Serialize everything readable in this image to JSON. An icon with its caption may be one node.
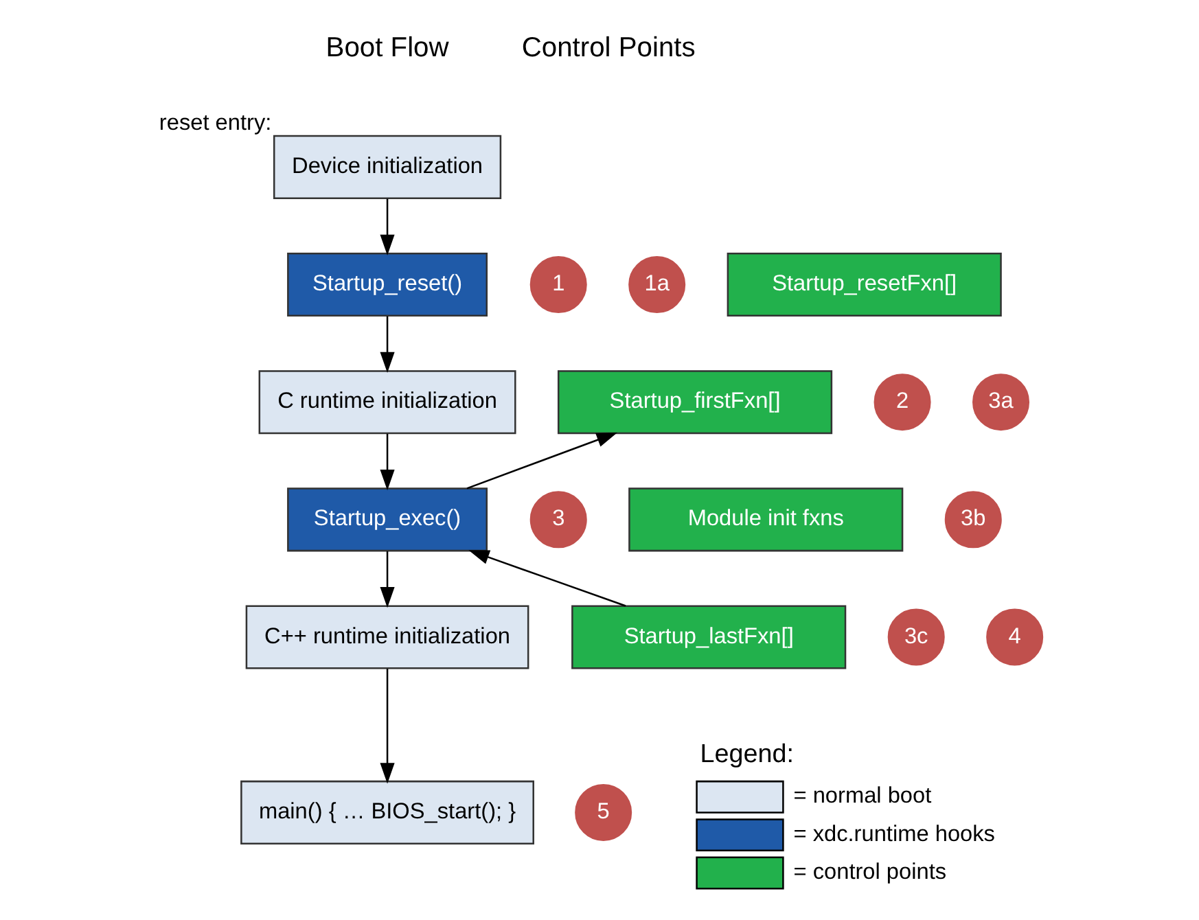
{
  "diagram": {
    "nodes": [
      {
        "text": [
          "Device initialization"
        ],
        "beside": [
          "reset entry:"
        ]
      },
      {
        "text": [
          "1"
        ]
      },
      {
        "text": [
          "Startup_reset()"
        ]
      },
      {
        "text": [
          "1a"
        ]
      },
      {
        "text": [
          "Startup_resetFxn[]"
        ]
      },
      {
        "text": [
          "2"
        ]
      },
      {
        "text": [
          "C runtime initialization"
        ]
      },
      {
        "text": [
          "Startup_firstFxn[]"
        ]
      },
      {
        "text": [
          "3a"
        ]
      },
      {
        "text": [
          "3"
        ]
      },
      {
        "text": [
          "Startup_exec()"
        ]
      },
      {
        "text": [
          "Module init fxns"
        ]
      },
      {
        "text": [
          "3b"
        ]
      },
      {
        "text": [
          "Startup_lastFxn[]"
        ]
      },
      {
        "text": [
          "3c"
        ]
      },
      {
        "text": [
          "4"
        ]
      },
      {
        "text": [
          "C++ runtime initialization"
        ]
      },
      {
        "text": [
          "main() { … BIOS_start(); }"
        ]
      },
      {
        "text": [
          "5"
        ]
      }
    ],
    "edges": [
      {
        "from": 0,
        "to": 2,
        "arrow": "to"
      },
      {
        "from": 2,
        "to": 6,
        "arrow": "to"
      },
      {
        "from": 6,
        "to": 10,
        "arrow": "to"
      },
      {
        "from": 10,
        "to": 16,
        "arrow": "to"
      },
      {
        "from": 16,
        "to": 17,
        "arrow": "to"
      },
      {
        "from": 10,
        "to": 7,
        "arrow": "to"
      },
      {
        "from": 13,
        "to": 10,
        "arrow": "to"
      }
    ],
    "labels": [
      "Boot Flow",
      "Control Points",
      "Legend:"
    ],
    "legend": [
      {
        "text": "= normal boot",
        "color": "#dce6f2"
      },
      {
        "text": "= xdc.runtime hooks",
        "color": "#1f5aa8"
      },
      {
        "text": "= control points",
        "color": "#22b14c"
      }
    ]
  }
}
